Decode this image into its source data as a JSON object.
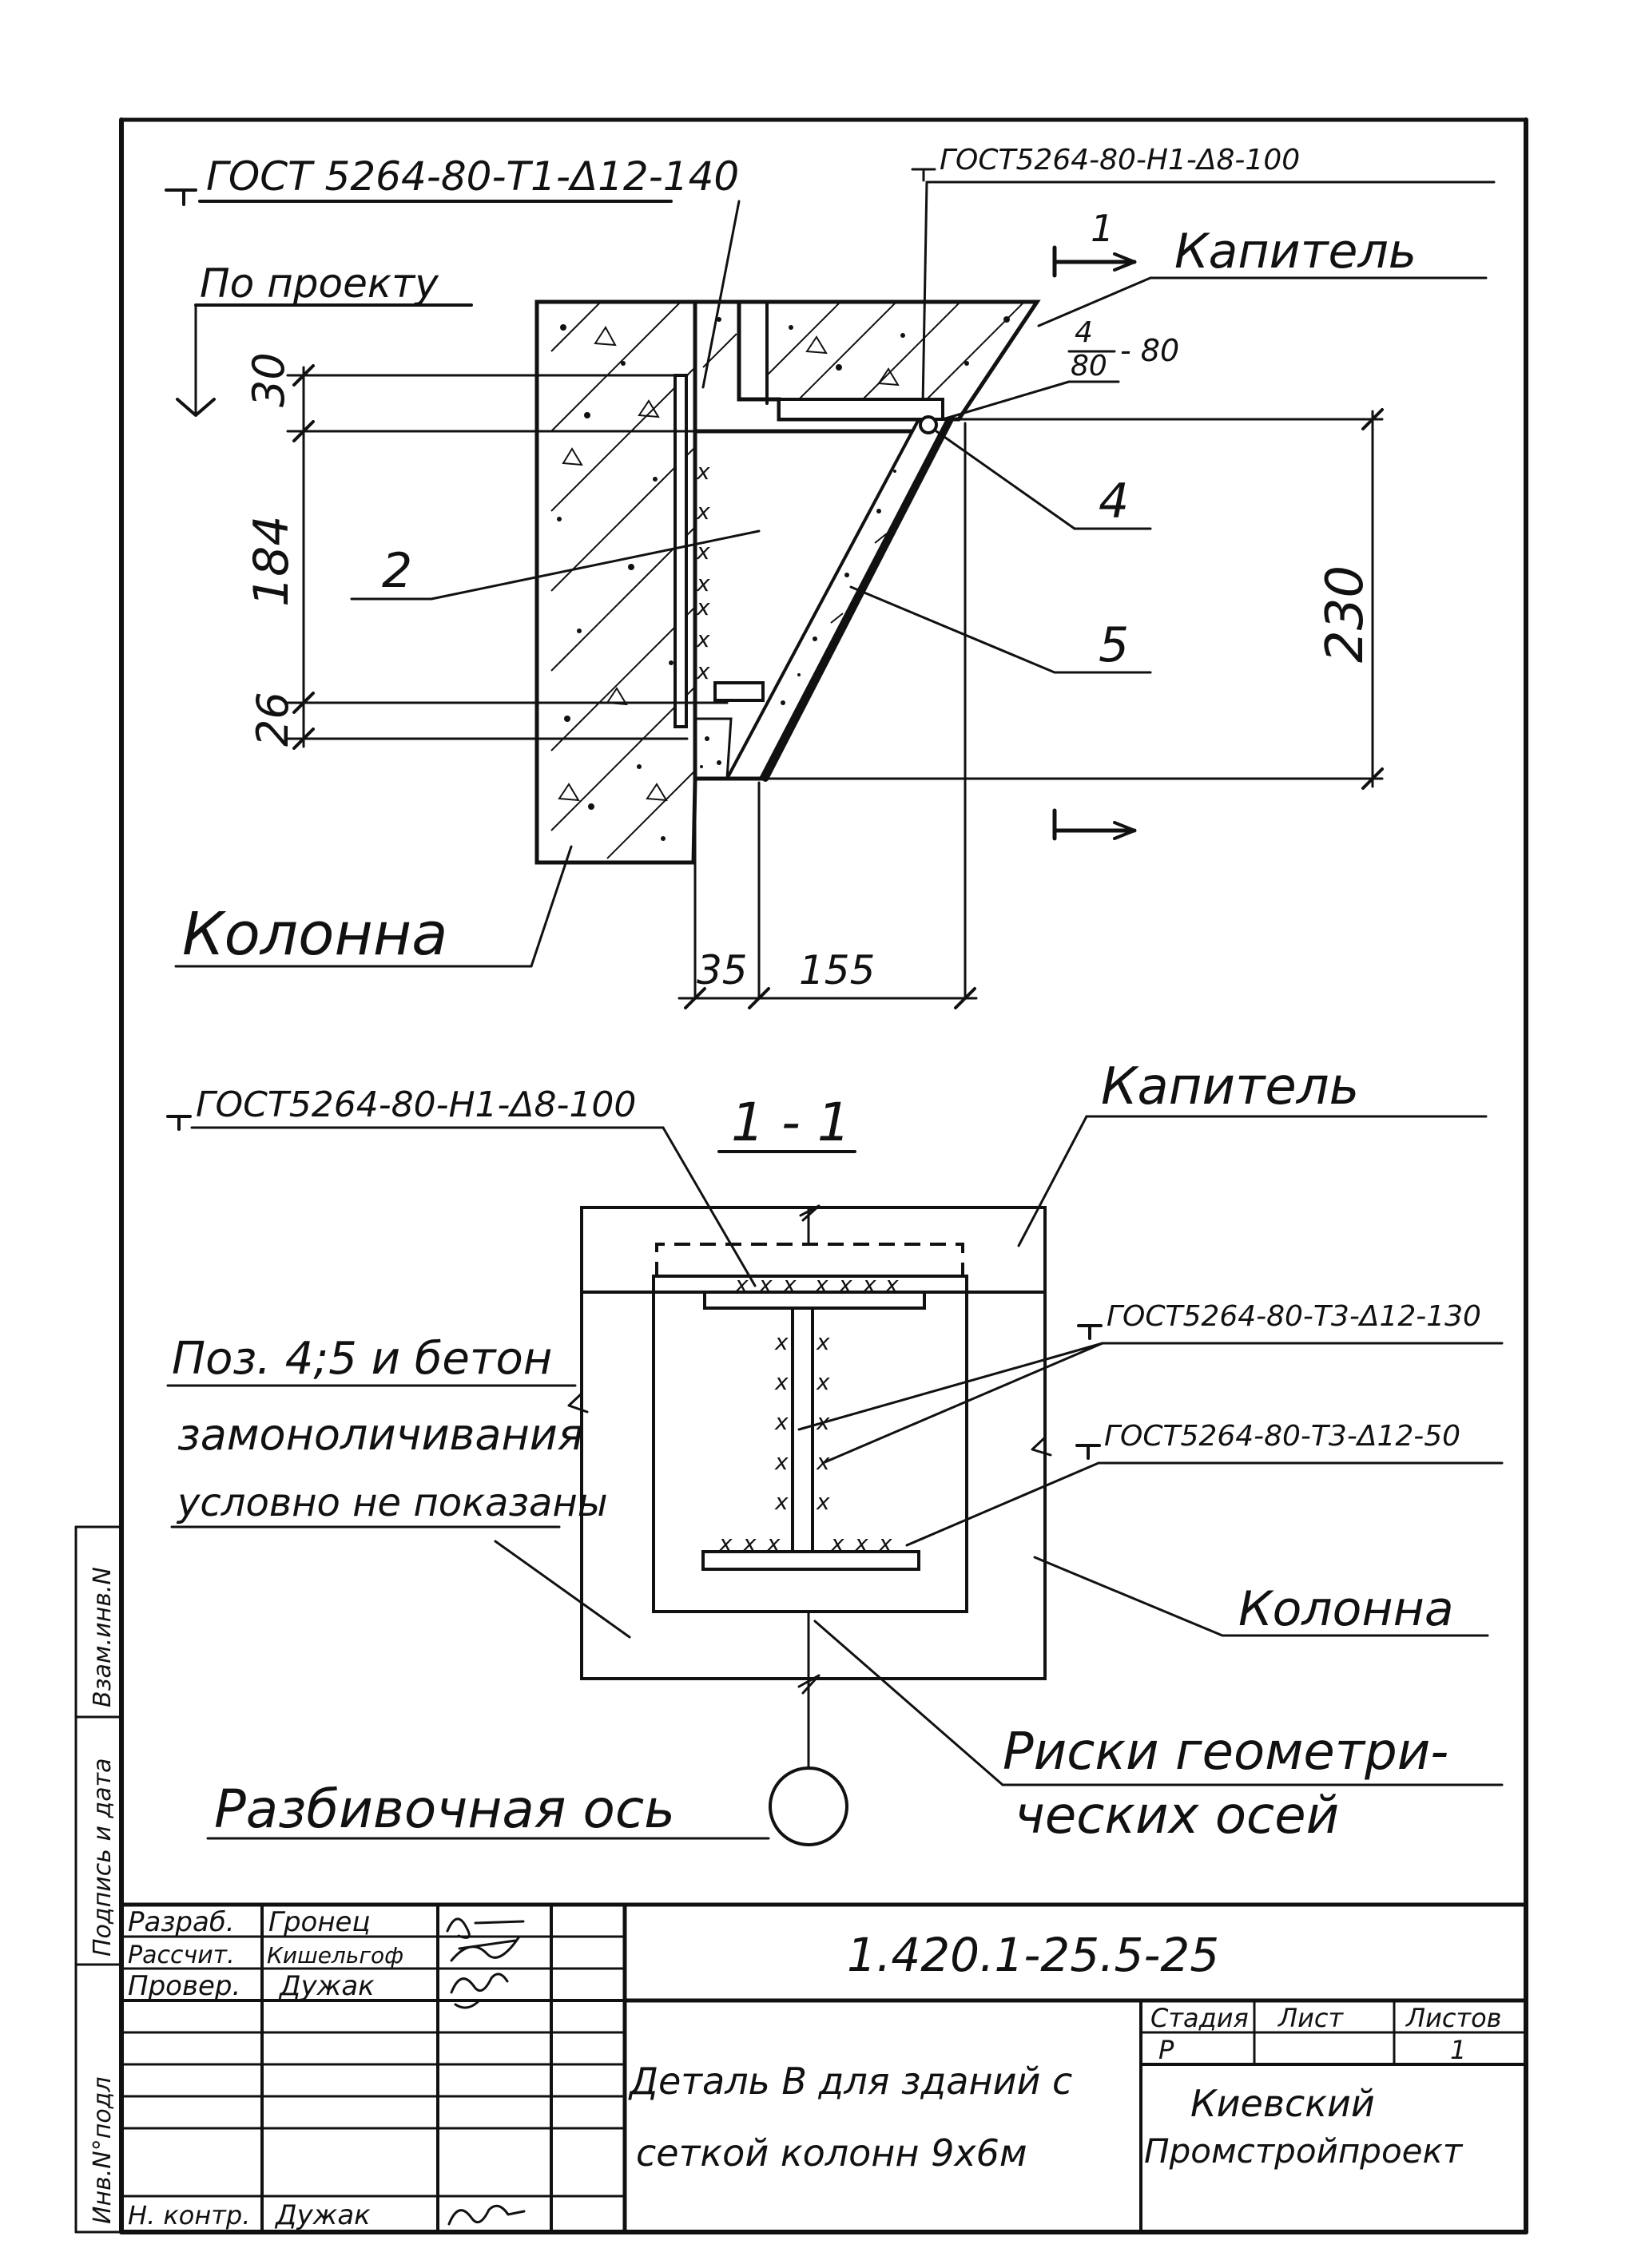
{
  "elevation": {
    "callout_top_left": "ГОСТ 5264-80-Т1-Δ12-140",
    "callout_top_right": "ГОСТ5264-80-Н1-Δ8-100",
    "by_project": "По проекту",
    "section_mark": "1",
    "capital_label": "Капитель",
    "weld_fraction_num": "4",
    "weld_fraction_den": "80",
    "weld_fraction_tail": "- 80",
    "pos_2": "2",
    "pos_4": "4",
    "pos_5": "5",
    "dim_30": "30",
    "dim_184": "184",
    "dim_26": "26",
    "dim_230": "230",
    "dim_35": "35",
    "dim_155": "155",
    "column_label": "Колонна"
  },
  "section": {
    "title": "1 - 1",
    "callout_top": "ГОСТ5264-80-Н1-Δ8-100",
    "capital_label": "Капитель",
    "callout_web": "ГОСТ5264-80-Т3-Δ12-130",
    "callout_flange": "ГОСТ5264-80-Т3-Δ12-50",
    "note_line1": "Поз. 4;5 и бетон",
    "note_line2": "замоноличивания",
    "note_line3": "условно не показаны",
    "column_label": "Колонна",
    "axis_marks_line1": "Риски геометри-",
    "axis_marks_line2": "ческих осей",
    "layout_axis": "Разбивочная ось"
  },
  "side_stamp": {
    "inv_replace": "Взам.инв.N",
    "sign_date": "Подпись и дата",
    "inv_orig": "Инв.N°подл"
  },
  "title_block": {
    "roles": [
      {
        "role": "Разраб.",
        "name": "Гронец"
      },
      {
        "role": "Рассчит.",
        "name": "Кишельгоф"
      },
      {
        "role": "Провер.",
        "name": "Дужак"
      },
      {
        "role": "",
        "name": ""
      },
      {
        "role": "",
        "name": ""
      },
      {
        "role": "",
        "name": ""
      },
      {
        "role": "",
        "name": ""
      },
      {
        "role": "Н. контр.",
        "name": "Дужак"
      }
    ],
    "designation": "1.420.1-25.5-25",
    "title_line1": "Деталь В для зданий с",
    "title_line2": "сеткой колонн 9х6м",
    "stage_header": "Стадия",
    "sheet_header": "Лист",
    "sheets_header": "Листов",
    "stage_value": "Р",
    "sheet_value": "",
    "sheets_value": "1",
    "org_line1": "Киевский",
    "org_line2": "Промстройпроект"
  }
}
